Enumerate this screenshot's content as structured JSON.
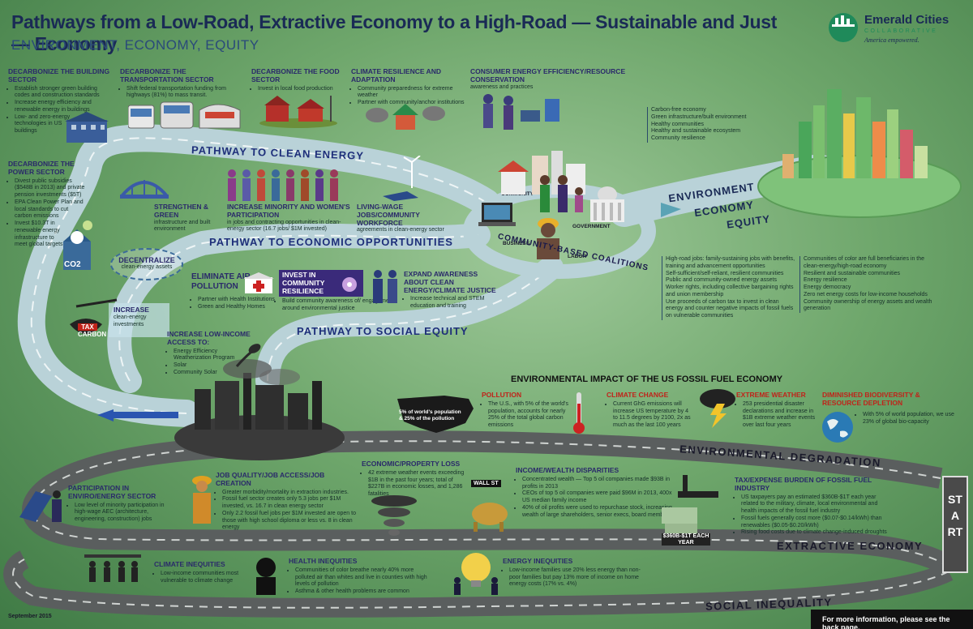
{
  "header": {
    "title": "Pathways from a Low-Road, Extractive Economy to a High-Road — Sustainable and Just — Economy",
    "subtitle": "ENVIRONMENT, ECONOMY, EQUITY"
  },
  "logo": {
    "name": "Emerald Cities",
    "sub": "COLLABORATIVE",
    "tagline": "America empowered."
  },
  "top_sections": [
    {
      "title": "DECARBONIZE THE BUILDING SECTOR",
      "items": [
        "Establish stronger green building codes and construction standards",
        "Increase energy efficiency and renewable energy in buildings",
        "Low- and zero-energy technologies in US buildings"
      ]
    },
    {
      "title": "DECARBONIZE THE TRANSPORTATION SECTOR",
      "items": [
        "Shift federal transportation funding from highways (81%) to mass transit."
      ]
    },
    {
      "title": "DECARBONIZE THE FOOD SECTOR",
      "items": [
        "Invest in local food production"
      ]
    },
    {
      "title": "CLIMATE RESILIENCE AND ADAPTATION",
      "items": [
        "Community preparedness for extreme weather",
        "Partner with community/anchor institutions"
      ]
    },
    {
      "title": "CONSUMER ENERGY EFFICIENCY/RESOURCE CONSERVATION",
      "text": "awareness and practices"
    }
  ],
  "power_sector": {
    "title": "DECARBONIZE THE POWER SECTOR",
    "items": [
      "Divest public subsidies ($548B in 2013) and private pension investments ($5T)",
      "EPA Clean Power Plan and local standards to cut carbon emissions",
      "Invest $10.3T in renewable energy infrastructure to meet global targets"
    ]
  },
  "pathways": {
    "clean_energy": "PATHWAY TO CLEAN ENERGY",
    "economic": "PATHWAY TO ECONOMIC OPPORTUNITIES",
    "social_equity": "PATHWAY TO SOCIAL EQUITY"
  },
  "clean_energy_items": [
    {
      "title": "STRENGTHEN & GREEN",
      "text": "infrastructure and built environment"
    },
    {
      "title": "INCREASE MINORITY AND WOMEN'S PARTICIPATION",
      "text": "in jobs and contracting opportunities in clean-energy sector (16.7 jobs/ $1M invested)"
    },
    {
      "title": "LIVING-WAGE JOBS/COMMUNITY WORKFORCE",
      "text": "agreements in clean-energy sector"
    }
  ],
  "decentralize": {
    "title": "DECENTRALIZE",
    "text": "clean-energy assets"
  },
  "co2_label": "CO2",
  "tax": {
    "tax": "TAX",
    "carbon": "CARBON",
    "increase_title": "INCREASE",
    "increase_text": "clean-energy investments"
  },
  "social_items": [
    {
      "title": "ELIMINATE AIR POLLUTION",
      "items": [
        "Partner with Health Institutions",
        "Green and Healthy Homes"
      ]
    },
    {
      "title": "INVEST IN COMMUNITY RESILIENCE",
      "items": [
        "Build community awareness of/ engagement around environmental justice"
      ]
    },
    {
      "title": "EXPAND AWARENESS ABOUT CLEAN ENERGY/CLIMATE JUSTICE",
      "items": [
        "Increase technical and STEM education and training"
      ]
    }
  ],
  "low_income": {
    "title": "INCREASE LOW-INCOME ACCESS TO:",
    "items": [
      "Energy Efficiency Weatherization Program",
      "Solar",
      "Community Solar"
    ]
  },
  "coalitions": {
    "label": "COMMUNITY-BASED COALITIONS",
    "community": "COMMUNITY",
    "business": "BUSINESS",
    "government": "GOVERNMENT",
    "labor": "LABOR"
  },
  "eee": {
    "environment": "ENVIRONMENT",
    "economy": "ECONOMY",
    "equity": "EQUITY"
  },
  "outcomes_top": [
    "Carbon-free economy",
    "Green infrastructure/built environment",
    "Healthy communities",
    "Healthy and sustainable ecosystem",
    "Community resilience"
  ],
  "outcomes_economy": [
    "High-road jobs: family-sustaining jobs with benefits, training and advancement opportunities",
    "Self-sufficient/self-reliant, resilient communities",
    "Public and community-owned energy assets",
    "Worker rights, including collective bargaining rights and union membership",
    "Use proceeds of carbon tax to invest in clean energy and counter negative impacts of fossil fuels on vulnerable communities"
  ],
  "outcomes_equity": [
    "Communities of color are full beneficiaries in the clean-energy/high-road economy",
    "Resilient and sustainable communities",
    "Energy resilience",
    "Energy democracy",
    "Zero net energy costs for low-income households",
    "Community ownership of energy assets and wealth generation"
  ],
  "impact": {
    "title": "ENVIRONMENTAL IMPACT OF THE US FOSSIL FUEL ECONOMY",
    "map_label": "5% of world's population & 25% of the pollution",
    "pollution": {
      "title": "POLLUTION",
      "text": "The U.S., with 5% of the world's population, accounts for nearly 25% of the total global carbon emissions"
    },
    "climate": {
      "title": "CLIMATE CHANGE",
      "text": "Current GhG emissions will increase US temperature by 4 to 11.5 degrees by 2100, 2x as much as the last 100 years"
    },
    "weather": {
      "title": "EXTREME WEATHER",
      "text": "253 presidential disaster declarations and increase in $1B extreme weather events over last four years"
    },
    "biodiversity": {
      "title": "DIMINISHED BIODIVERSITY & RESOURCE DEPLETION",
      "text": "With 5% of world population, we use 23% of global bio-capacity"
    }
  },
  "roads": {
    "degradation": "ENVIRONMENTAL DEGRADATION",
    "extractive": "EXTRACTIVE ECONOMY",
    "inequality": "SOCIAL INEQUALITY",
    "start": "START"
  },
  "lower_sections": {
    "participation": {
      "title": "PARTICIPATION IN ENVIRO/ENERGY SECTOR",
      "items": [
        "Low level of minority participation in high-wage AEC (architecture, engineering, construction) jobs"
      ]
    },
    "job_quality": {
      "title": "JOB QUALITY/JOB ACCESS/JOB CREATION",
      "items": [
        "Greater morbidity/mortality in extraction industries.",
        "Fossil fuel sector creates only 5.3 jobs per $1M invested, vs. 16.7 in clean energy sector",
        "Only 2.2 fossil fuel jobs per $1M invested are open to those with high school diploma or less vs. 8 in clean energy"
      ]
    },
    "property": {
      "title": "ECONOMIC/PROPERTY LOSS",
      "items": [
        "42 extreme weather events exceeding $1B in the past four years; total of $227B in economic losses, and 1,286 fatalities"
      ]
    },
    "income": {
      "title": "INCOME/WEALTH DISPARITIES",
      "items": [
        "Concentrated wealth — Top 5 oil companies made $93B in profits in 2013",
        "CEOs of top 5 oil companies were paid $96M in 2013, 400x US median family income",
        "40% of oil profits were used to repurchase stock, increasing wealth of large shareholders, senior execs, board members"
      ]
    },
    "tax_burden": {
      "title": "TAX/EXPENSE BURDEN OF FOSSIL FUEL INDUSTRY",
      "items": [
        "US taxpayers pay an estimated $360B-$1T each year related to the military, climate, local environmental and health impacts of the fossil fuel industry",
        "Fossil fuels generally cost more ($0.07-$0.14/kWh) than renewables ($0.05-$0.20/kWh)",
        "Rising food costs due to climate change-induced droughts"
      ]
    },
    "climate_ineq": {
      "title": "CLIMATE INEQUITIES",
      "items": [
        "Low-income communities most vulnerable to climate change"
      ]
    },
    "health": {
      "title": "HEALTH INEQUITIES",
      "items": [
        "Communities of color breathe nearly 40% more polluted air than whites and live in counties with high levels of pollution",
        "Asthma & other health problems are common"
      ]
    },
    "energy_ineq": {
      "title": "ENERGY INEQUITIES",
      "items": [
        "Low-income families use 20% less energy than non-poor families but pay 13% more of income on home energy costs (17% vs. 4%)"
      ]
    }
  },
  "money_label": "$360B-$1T EACH YEAR",
  "wall_st": "WALL ST",
  "footer": {
    "date": "September 2015",
    "more_info": "For more information, please see the back page."
  }
}
